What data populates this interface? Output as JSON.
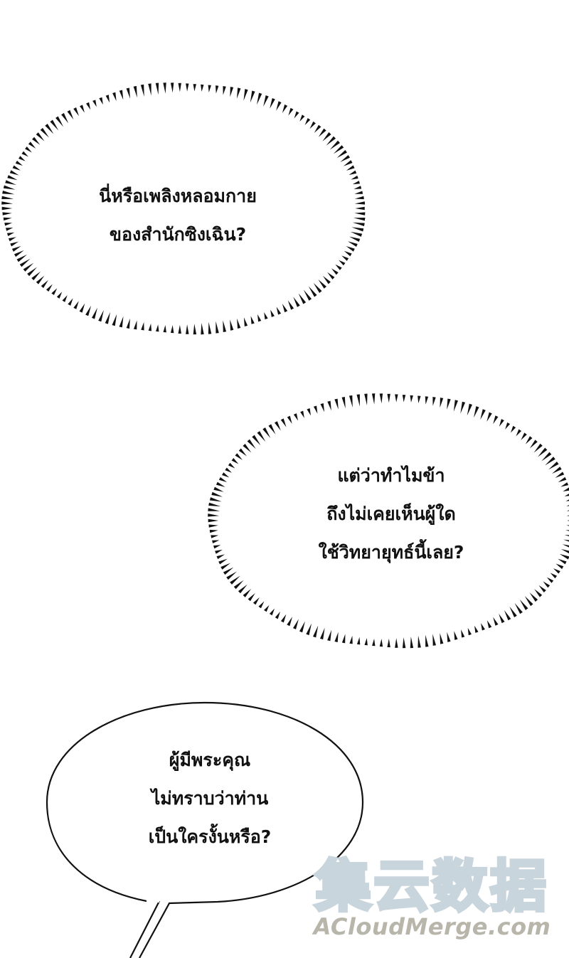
{
  "panel": {
    "background_color": "#ffffff",
    "ink_color": "#111111"
  },
  "bubbles": [
    {
      "style": "spiky-thought",
      "lines": [
        "นี่หรือเพลิงหลอมกาย",
        "ของสำนักซิงเฉิน?"
      ]
    },
    {
      "style": "spiky-thought",
      "lines": [
        "แต่ว่าทำไมข้า",
        "ถึงไม่เคยเห็นผู้ใด",
        "ใช้วิทยายุทธ์นี้เลย?"
      ]
    },
    {
      "style": "speech",
      "lines": [
        "ผู้มีพระคุณ",
        "ไม่ทราบว่าท่าน",
        "เป็นใครงั้นหรือ?"
      ]
    }
  ],
  "watermark": {
    "chinese": "集云数据",
    "english": "ACloudMerge.com",
    "outline_color": "#c9d5dc",
    "text_color": "#b8b5aa"
  }
}
